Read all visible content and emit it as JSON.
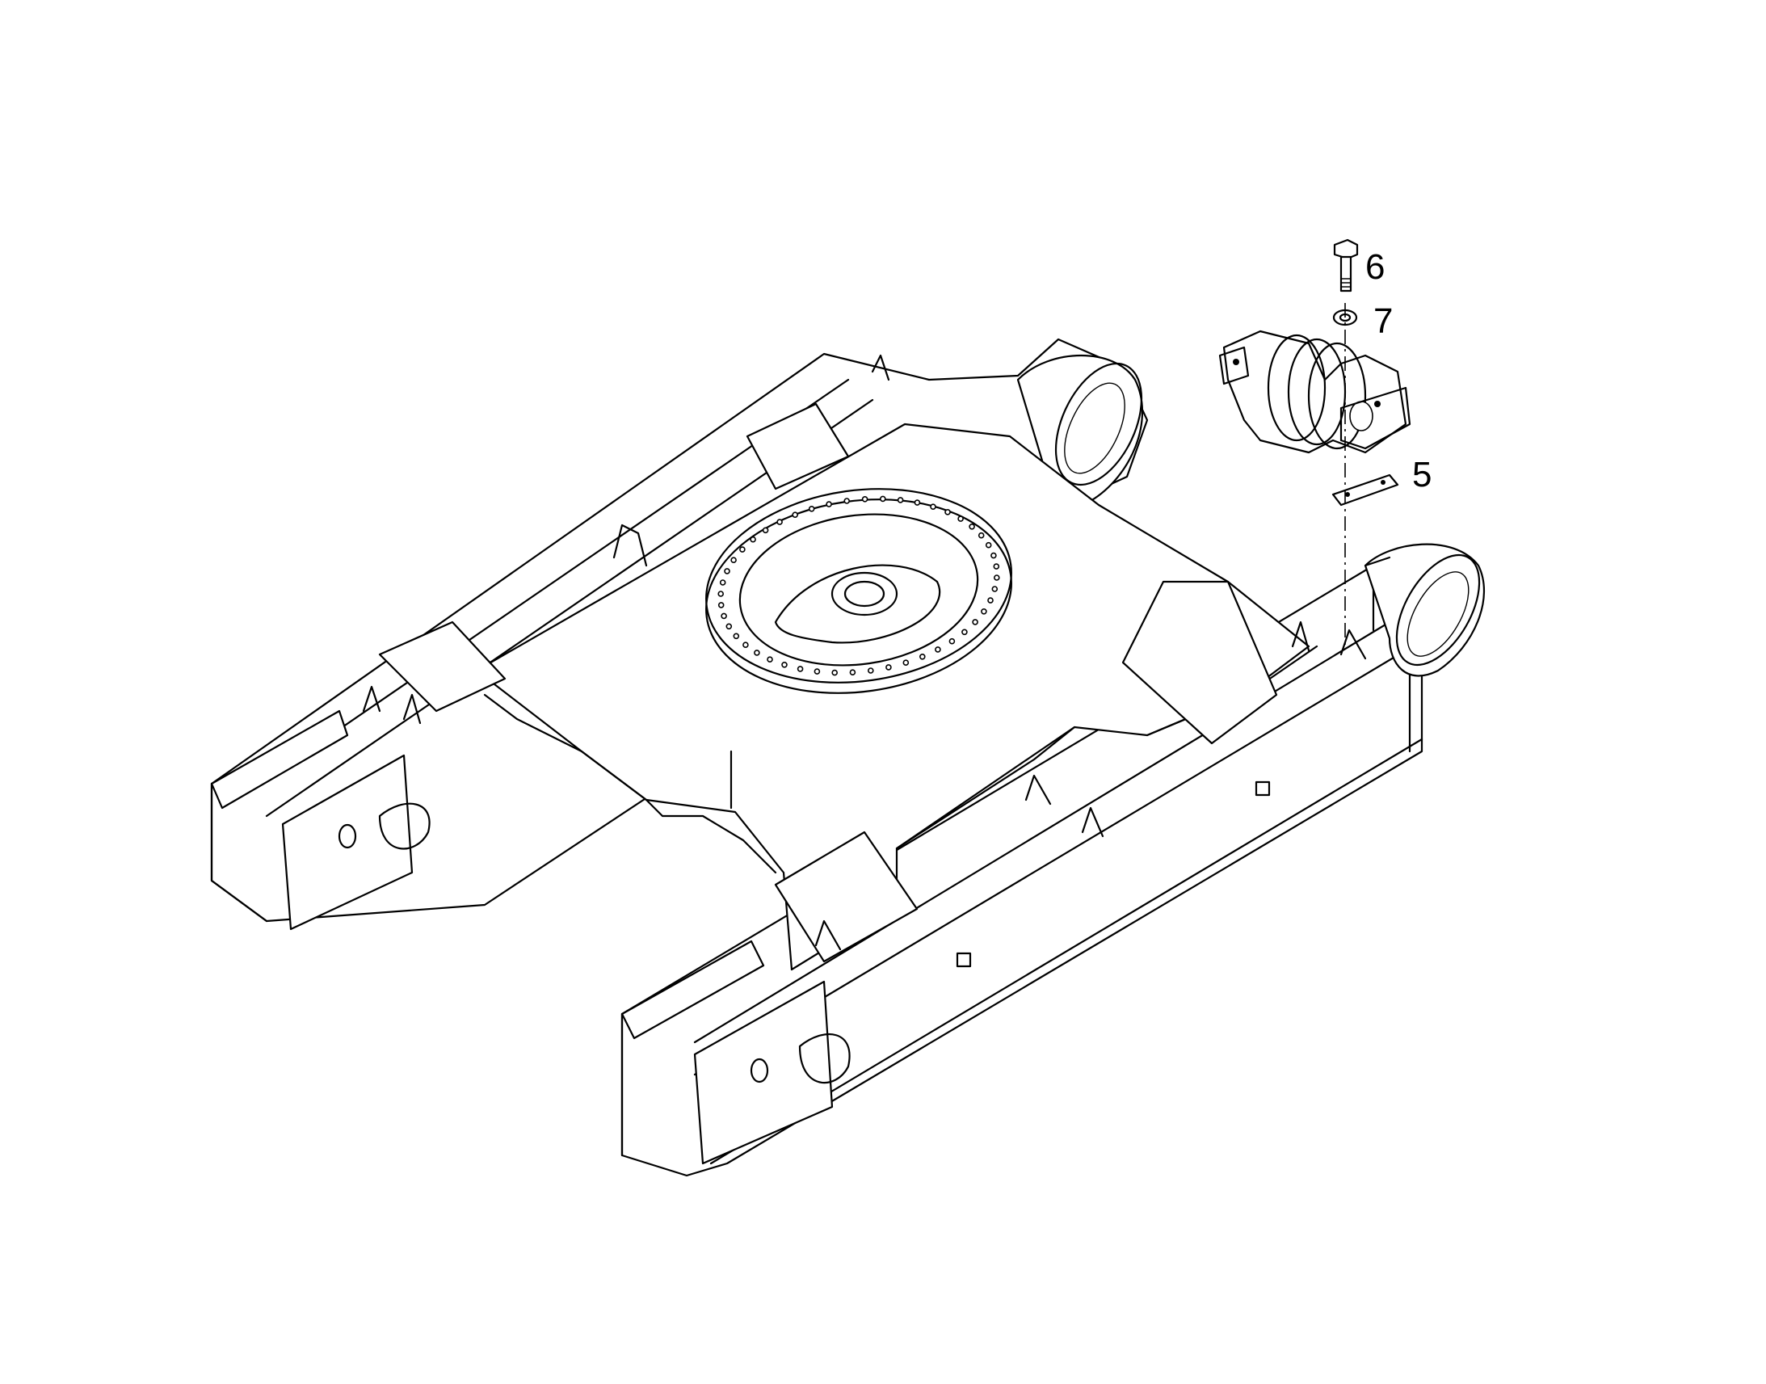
{
  "callouts": [
    {
      "id": "bolt",
      "label": "6"
    },
    {
      "id": "washer",
      "label": "7"
    },
    {
      "id": "shim-plate",
      "label": "5"
    }
  ],
  "colors": {
    "line": "#000000",
    "background": "#ffffff"
  }
}
